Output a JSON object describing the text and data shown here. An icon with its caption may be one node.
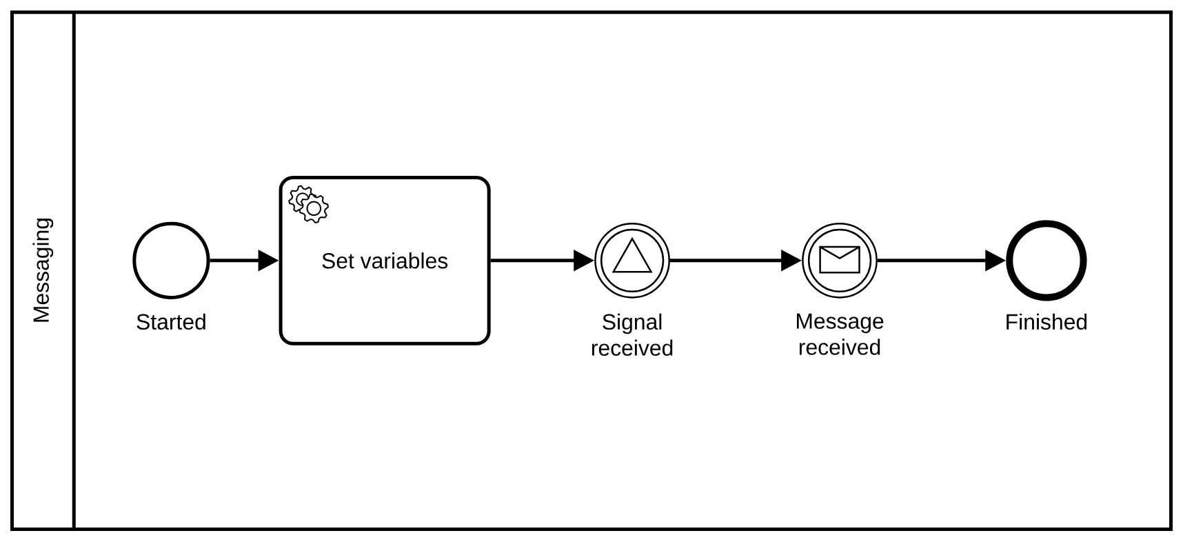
{
  "diagram": {
    "nodes": [
      {
        "text": [
          "Messaging"
        ]
      },
      {
        "text": [],
        "shape": "circle",
        "beside": [
          "Started"
        ],
        "in": 0
      },
      {
        "text": [
          "Set variables"
        ],
        "in": 0
      },
      {
        "text": [],
        "shape": "circle",
        "beside": [
          "Signal received"
        ],
        "in": 0
      },
      {
        "text": [],
        "shape": "circle",
        "beside": [
          "Message received"
        ],
        "in": 0
      },
      {
        "text": [],
        "shape": "circle",
        "beside": [
          "Finished"
        ],
        "in": 0
      }
    ],
    "edges": [
      {
        "from": 1,
        "to": 2,
        "arrow": "to"
      },
      {
        "from": 2,
        "to": 3,
        "arrow": "to"
      },
      {
        "from": 3,
        "to": 4,
        "arrow": "to"
      },
      {
        "from": 4,
        "to": 5,
        "arrow": "to"
      }
    ]
  }
}
